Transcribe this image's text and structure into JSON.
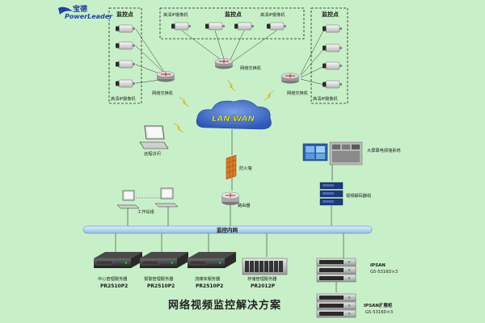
{
  "logo": {
    "cn": "宝德",
    "en": "PowerLeader"
  },
  "title": "网络视频监控解决方案",
  "colors": {
    "background": "#c8f0c8",
    "bus": "#b9d9ef",
    "lightning": "#ffd400",
    "firewall": "#e07a22",
    "cloud": "#4a73c9"
  },
  "monitor_points": {
    "left": {
      "label": "监控点",
      "camera_label": "高清IP摄像机",
      "switch_label": "网络交换机"
    },
    "center": {
      "label": "监控点",
      "camera_label_1": "高清IP摄像机",
      "camera_label_2": "高清IP摄像机",
      "switch_label": "网络交换机"
    },
    "right": {
      "label": "监控点",
      "camera_label": "高清IP摄像机",
      "switch_label": "网络交换机"
    }
  },
  "network": {
    "cloud_label": "LAN/WAN",
    "remote_access_label": "远程访问",
    "firewall_label": "防火墙",
    "router_label": "路由器",
    "bus_label": "监控内网",
    "workstation_label": "工作站组",
    "video_wall_label": "大屏幕电视墙系统",
    "decoder_label": "视频解码器组"
  },
  "servers": [
    {
      "name": "中心管理服务器",
      "model": "PR2510P2"
    },
    {
      "name": "报警管理服务器",
      "model": "PR2510P2"
    },
    {
      "name": "流媒体服务器",
      "model": "PR2510P2"
    },
    {
      "name": "存储管理服务器",
      "model": "PR2012P"
    }
  ],
  "storage": [
    {
      "name": "IPSAN",
      "model": "G5-5316D×3"
    },
    {
      "name": "IPSAN扩展柜",
      "model": "G5-5316D×3"
    }
  ],
  "icons": [
    "ip-camera-icon",
    "network-switch-icon",
    "cloud-icon",
    "laptop-icon",
    "firewall-icon",
    "router-icon",
    "workstation-icon",
    "video-wall-icon",
    "decoder-icon",
    "rack-server-icon",
    "storage-array-icon",
    "lightning-icon"
  ]
}
